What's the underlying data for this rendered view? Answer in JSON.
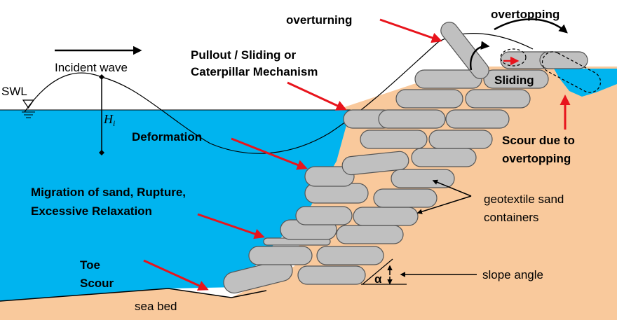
{
  "labels": {
    "overturning": "overturning",
    "overtopping": "overtopping",
    "pullout_line1": "Pullout / Sliding or",
    "pullout_line2": "Caterpillar Mechanism",
    "incident_wave": "Incident wave",
    "swl": "SWL",
    "wave_height": "H",
    "wave_height_sub": "i",
    "sliding": "Sliding",
    "deformation": "Deformation",
    "scour_line1": "Scour due to",
    "scour_line2": "overtopping",
    "migration_line1": "Migration of sand, Rupture,",
    "migration_line2": "Excessive Relaxation",
    "geotextile_line1": "geotextile sand",
    "geotextile_line2": "containers",
    "toe_line1": "Toe",
    "toe_line2": "Scour",
    "slope_angle": "slope angle",
    "alpha": "α",
    "sea_bed": "sea bed"
  },
  "colors": {
    "water": "#00b4ef",
    "sand": "#f9c99c",
    "container": "#c0c0c0",
    "arrow_red": "#e8141c",
    "text": "#000000"
  }
}
